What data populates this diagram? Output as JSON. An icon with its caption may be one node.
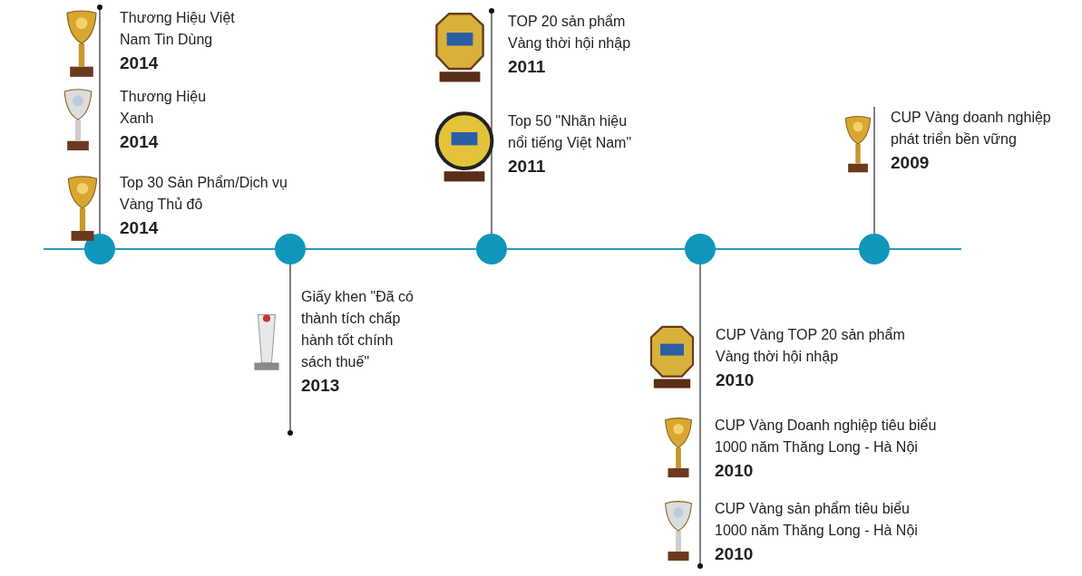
{
  "diagram": {
    "nodes": [
      {
        "text": [],
        "shape": "circle"
      },
      {
        "text": [],
        "shape": "circle"
      },
      {
        "text": [],
        "shape": "circle"
      },
      {
        "text": [],
        "shape": "circle"
      },
      {
        "text": [],
        "shape": "circle"
      },
      {
        "text": [
          "Thương Hiệu Việt Nam Tin Dùng",
          "2014"
        ]
      },
      {
        "text": [
          "Thương Hiệu Xanh",
          "2014"
        ]
      },
      {
        "text": [
          "Top 30 Sản Phẩm/Dịch vụ Vàng Thủ đô",
          "2014"
        ]
      },
      {
        "text": [
          "Giấy khen \"Đã có thành tích chấp hành tốt chính sách thuế\"",
          "2013"
        ]
      },
      {
        "text": [
          "TOP 20 sản phẩm Vàng thời hội nhập",
          "2011"
        ]
      },
      {
        "text": [
          "Top 50 \"Nhãn hiệu nổi tiếng Việt Nam\"",
          "2011"
        ]
      },
      {
        "text": [
          "CUP Vàng TOP 20 sản phẩm Vàng thời hội nhập",
          "2010"
        ]
      },
      {
        "text": [
          "CUP Vàng Doanh nghiệp tiêu biểu 1000 năm Thăng Long - Hà Nội",
          "2010"
        ]
      },
      {
        "text": [
          "CUP Vàng sản phẩm tiêu biểu 1000 năm Thăng Long - Hà Nội",
          "2010"
        ]
      },
      {
        "text": [
          "CUP Vàng doanh nghiệp phát triển bền vững",
          "2009"
        ]
      }
    ],
    "edges": [
      {
        "from": 0,
        "to": 1,
        "arrow": "none",
        "color": "#2a9bbf"
      },
      {
        "from": 1,
        "to": 2,
        "arrow": "none",
        "color": "#2a9bbf"
      },
      {
        "from": 2,
        "to": 3,
        "arrow": "none",
        "color": "#2a9bbf"
      },
      {
        "from": 3,
        "to": 4,
        "arrow": "none",
        "color": "#2a9bbf"
      },
      {
        "from": 0,
        "to": 5,
        "arrow": "other"
      },
      {
        "from": 1,
        "to": null,
        "arrow": "other"
      },
      {
        "from": 2,
        "to": 9,
        "arrow": "other"
      },
      {
        "from": 3,
        "to": 13,
        "arrow": "other"
      },
      {
        "from": 4,
        "to": 14,
        "arrow": "none"
      }
    ]
  }
}
